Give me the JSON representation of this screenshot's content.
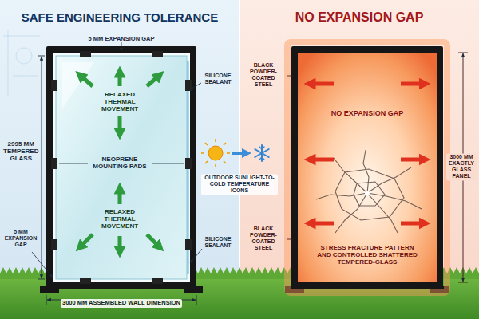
{
  "diagram": {
    "nodes": [
      {
        "text": [
          "SAFE ENGINEERING TOLERANCE"
        ]
      },
      {
        "text": [
          "RELAXED THERMAL MOVEMENT",
          "NEOPRENE MOUNTING PADS",
          "RELAXED THERMAL MOVEMENT"
        ],
        "in": 0
      },
      {
        "text": [
          "NO EXPANSION GAP"
        ]
      },
      {
        "text": [
          "NO EXPANSION GAP",
          "STRESS FRACTURE PATTERN AND CONTROLLED SHATTERED TEMPERED-GLASS"
        ],
        "in": 2
      }
    ],
    "labels": [
      "5 MM EXPANSION GAP",
      "SILICONE SEALANT",
      "2995 MM TEMPERED GLASS",
      "SILICONE SEALANT",
      "5 MM EXPANSION GAP",
      "3000 MM ASSEMBLED WALL DIMENSION",
      "OUTDOOR SUNLIGHT-TO-COLD TEMPERATURE ICONS",
      "BLACK POWDER-COATED STEEL",
      "3000 MM EXACTLY GLASS PANEL",
      "BLACK POWDER-COATED STEEL"
    ]
  }
}
